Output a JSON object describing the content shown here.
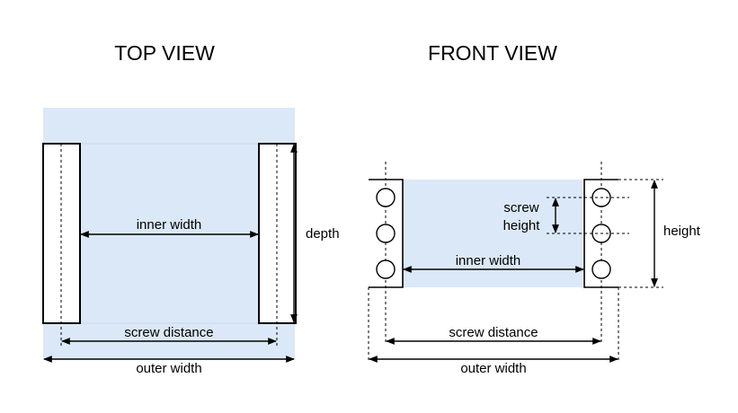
{
  "top_view": {
    "title": "TOP VIEW",
    "labels": {
      "inner_width": "inner width",
      "depth": "depth",
      "screw_distance": "screw distance",
      "outer_width": "outer width"
    }
  },
  "front_view": {
    "title": "FRONT VIEW",
    "labels": {
      "screw_height_line1": "screw",
      "screw_height_line2": "height",
      "height": "height",
      "inner_width": "inner width",
      "screw_distance": "screw distance",
      "outer_width": "outer width"
    }
  },
  "colors": {
    "fill": "#dbe8f8",
    "fill_light": "#e7f0fb",
    "stroke": "#000000",
    "background": "#ffffff"
  }
}
